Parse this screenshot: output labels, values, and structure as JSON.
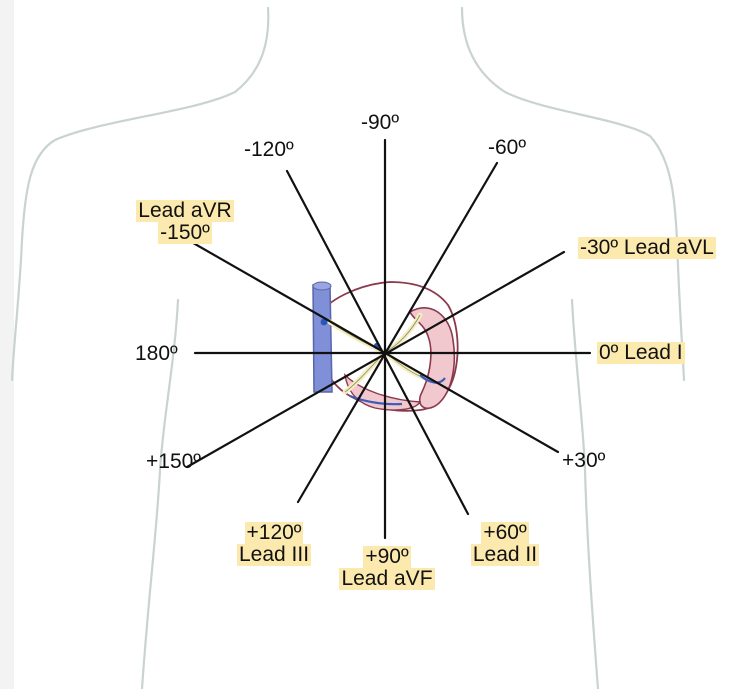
{
  "diagram": {
    "leads": [
      {
        "id": "minus90",
        "angle": "-90º",
        "name": ""
      },
      {
        "id": "minus120",
        "angle": "-120º",
        "name": ""
      },
      {
        "id": "minus60",
        "angle": "-60º",
        "name": ""
      },
      {
        "id": "minus150",
        "angle": "-150º",
        "name": "Lead aVR"
      },
      {
        "id": "minus30",
        "angle": "-30º",
        "name": "Lead aVL"
      },
      {
        "id": "deg180",
        "angle": "180º",
        "name": ""
      },
      {
        "id": "deg0",
        "angle": "0º",
        "name": "Lead I"
      },
      {
        "id": "plus150",
        "angle": "+150º",
        "name": ""
      },
      {
        "id": "plus30",
        "angle": "+30º",
        "name": ""
      },
      {
        "id": "plus120",
        "angle": "+120º",
        "name": "Lead III"
      },
      {
        "id": "plus90",
        "angle": "+90º",
        "name": "Lead aVF"
      },
      {
        "id": "plus60",
        "angle": "+60º",
        "name": "Lead II"
      }
    ],
    "colors": {
      "body_outline": "#c9d3cf",
      "axis_line": "#111111",
      "label_highlight": "#fbe9ad",
      "heart_fill": "#f2c8cf",
      "heart_outline": "#8a3a4c",
      "vessel_blue": "#7f8fd8",
      "conduction": "#f3edc4"
    }
  }
}
